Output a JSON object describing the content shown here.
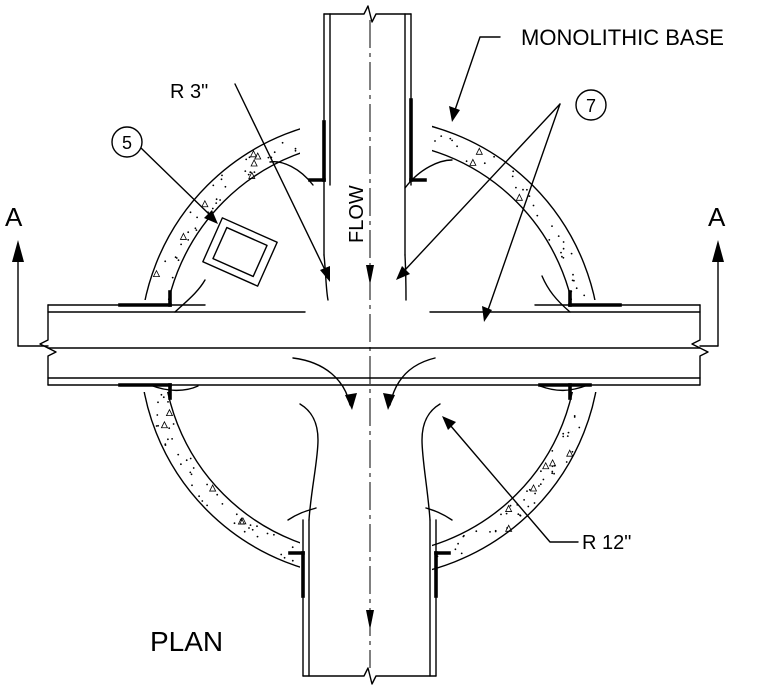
{
  "labels": {
    "monolithic_base": "MONOLITHIC BASE",
    "radius_small": "R 3\"",
    "radius_large": "R 12\"",
    "flow": "FLOW",
    "plan": "PLAN",
    "section_left": "A",
    "section_right": "A",
    "callout_5": "5",
    "callout_7": "7"
  }
}
